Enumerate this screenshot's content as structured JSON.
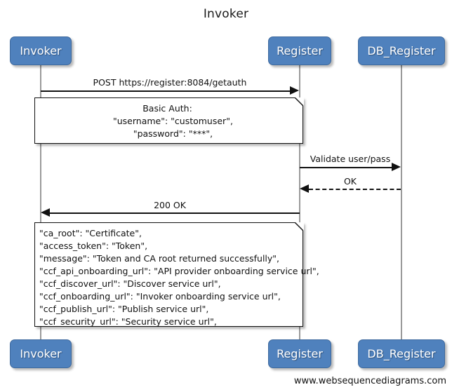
{
  "diagram": {
    "title": "Invoker",
    "footer": "www.websequencediagrams.com",
    "accent_color": "#4f81bd",
    "line_color": "#111111",
    "lifeline_color": "#9a9a9a",
    "background": "#ffffff"
  },
  "participants": [
    {
      "id": "invoker",
      "label": "Invoker"
    },
    {
      "id": "register",
      "label": "Register"
    },
    {
      "id": "db_register",
      "label": "DB_Register"
    }
  ],
  "messages": [
    {
      "id": "m1",
      "label": "POST https://register:8084/getauth",
      "from": "invoker",
      "to": "register",
      "style": "solid",
      "direction": "right"
    },
    {
      "id": "m2",
      "label": "Validate user/pass",
      "from": "register",
      "to": "db_register",
      "style": "solid",
      "direction": "right"
    },
    {
      "id": "m3",
      "label": "OK",
      "from": "db_register",
      "to": "register",
      "style": "dashed",
      "direction": "left"
    },
    {
      "id": "m4",
      "label": "200 OK",
      "from": "register",
      "to": "invoker",
      "style": "solid",
      "direction": "left"
    }
  ],
  "notes": [
    {
      "id": "note-basic-auth",
      "align": "center",
      "lines": [
        "Basic Auth:",
        "    \"username\": \"customuser\",",
        "    \"password\": \"***\","
      ]
    },
    {
      "id": "note-response-payload",
      "align": "left",
      "lines": [
        "\"ca_root\": \"Certificate\",",
        "\"access_token\": \"Token\",",
        "\"message\": \"Token and CA root returned successfully\",",
        "\"ccf_api_onboarding_url\": \"API provider onboarding service url\",",
        "\"ccf_discover_url\": \"Discover service url\",",
        "\"ccf_onboarding_url\": \"Invoker onboarding service url\",",
        "\"ccf_publish_url\": \"Publish service url\",",
        "\"ccf_security_url\": \"Security service url\","
      ]
    }
  ]
}
